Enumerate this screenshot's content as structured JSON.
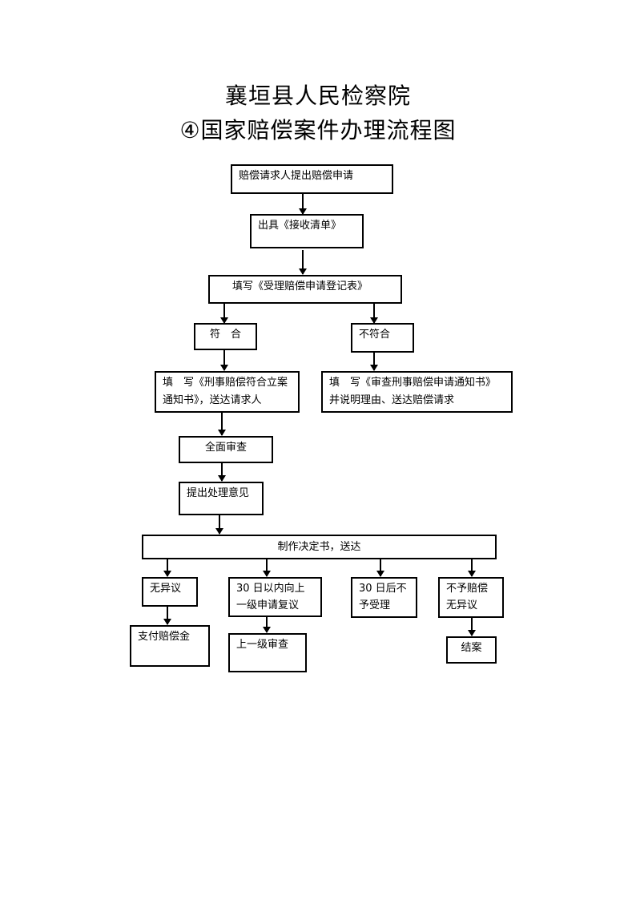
{
  "header": {
    "org": "襄垣县人民检察院",
    "title": "④国家赔偿案件办理流程图"
  },
  "nodes": {
    "apply": "赔偿请求人提出赔偿申请",
    "receipt": "出具《接收清单》",
    "register": "填写《受理赔偿申请登记表》",
    "comply": "符　合",
    "not_comply": "不符合",
    "fill_notice_l1": "填　写《刑事赔偿符合立案",
    "fill_notice_l2": "通知书》，送达请求人",
    "review_notice_l1": "填　写《审查刑事赔偿申请通知书》",
    "review_notice_l2": "并说明理由、送达赔偿请求",
    "full_review": "全面审查",
    "opinion": "提出处理意见",
    "decision": "制作决定书，送达",
    "no_objection": "无异议",
    "appeal_l1": "30 日以内向上",
    "appeal_l2": "一级申请复议",
    "late_l1": "30 日后不",
    "late_l2": "予受理",
    "no_comp_l1": "不予赔偿",
    "no_comp_l2": "无异议",
    "pay": "支付赔偿金",
    "upper_review": "上一级审查",
    "close": "结案"
  }
}
